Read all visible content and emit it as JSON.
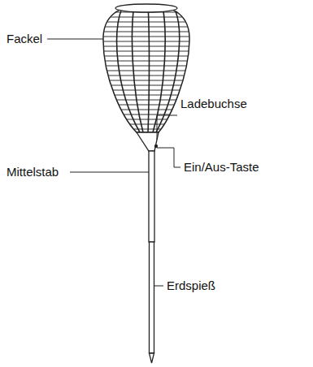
{
  "diagram": {
    "labels": [
      "Fackel",
      "Ladebuchse",
      "Ein/Aus-Taste",
      "Mittelstab",
      "Erdspieß"
    ]
  }
}
